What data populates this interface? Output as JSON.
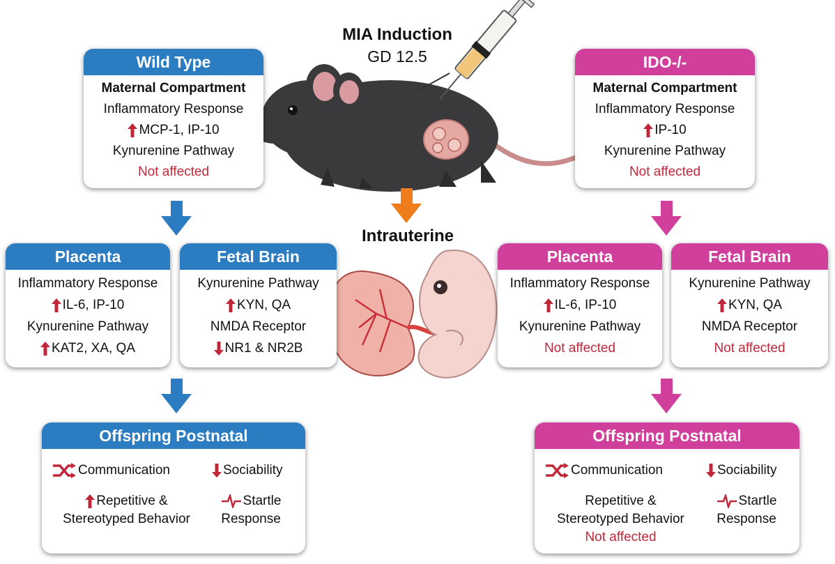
{
  "induction": {
    "title": "MIA Induction",
    "subtitle": "GD 12.5"
  },
  "intrauterine_label": "Intrauterine",
  "wild_type": {
    "header": "Wild Type",
    "maternal": {
      "title": "Maternal Compartment",
      "inflammatory": "Inflammatory Response",
      "inflammatory_up": "MCP-1, IP-10",
      "kynurenine": "Kynurenine Pathway",
      "kynurenine_status": "Not affected"
    },
    "placenta": {
      "header": "Placenta",
      "inflammatory": "Inflammatory Response",
      "inflammatory_up": "IL-6, IP-10",
      "kynurenine": "Kynurenine Pathway",
      "kynurenine_up": "KAT2, XA, QA"
    },
    "fetal_brain": {
      "header": "Fetal Brain",
      "kynurenine": "Kynurenine Pathway",
      "kynurenine_up": "KYN, QA",
      "nmda": "NMDA Receptor",
      "nmda_down": "NR1 & NR2B"
    },
    "offspring": {
      "header": "Offspring Postnatal",
      "communication": "Communication",
      "sociability": "Sociability",
      "repetitive_1": "Repetitive &",
      "repetitive_2": "Stereotyped Behavior",
      "startle_1": "Startle",
      "startle_2": "Response"
    }
  },
  "ido": {
    "header": "IDO-/-",
    "maternal": {
      "title": "Maternal Compartment",
      "inflammatory": "Inflammatory Response",
      "inflammatory_up": "IP-10",
      "kynurenine": "Kynurenine Pathway",
      "kynurenine_status": "Not affected"
    },
    "placenta": {
      "header": "Placenta",
      "inflammatory": "Inflammatory Response",
      "inflammatory_up": "IL-6, IP-10",
      "kynurenine": "Kynurenine Pathway",
      "kynurenine_status": "Not affected"
    },
    "fetal_brain": {
      "header": "Fetal Brain",
      "kynurenine": "Kynurenine Pathway",
      "kynurenine_up": "KYN, QA",
      "nmda": "NMDA Receptor",
      "nmda_status": "Not affected"
    },
    "offspring": {
      "header": "Offspring Postnatal",
      "communication": "Communication",
      "sociability": "Sociability",
      "repetitive_1": "Repetitive &",
      "repetitive_2": "Stereotyped Behavior",
      "repetitive_status": "Not affected",
      "startle_1": "Startle",
      "startle_2": "Response"
    }
  },
  "colors": {
    "wild_type": "#2b7cc0",
    "ido": "#cf3f9b",
    "intrauterine": "#f07d1c",
    "effect": "#c0283a"
  },
  "icons": [
    "up-arrow-icon",
    "down-arrow-icon",
    "crossed-arrows-icon",
    "startle-waveform-icon",
    "syringe-icon",
    "mouse-illustration",
    "placenta-illustration",
    "embryo-illustration"
  ]
}
